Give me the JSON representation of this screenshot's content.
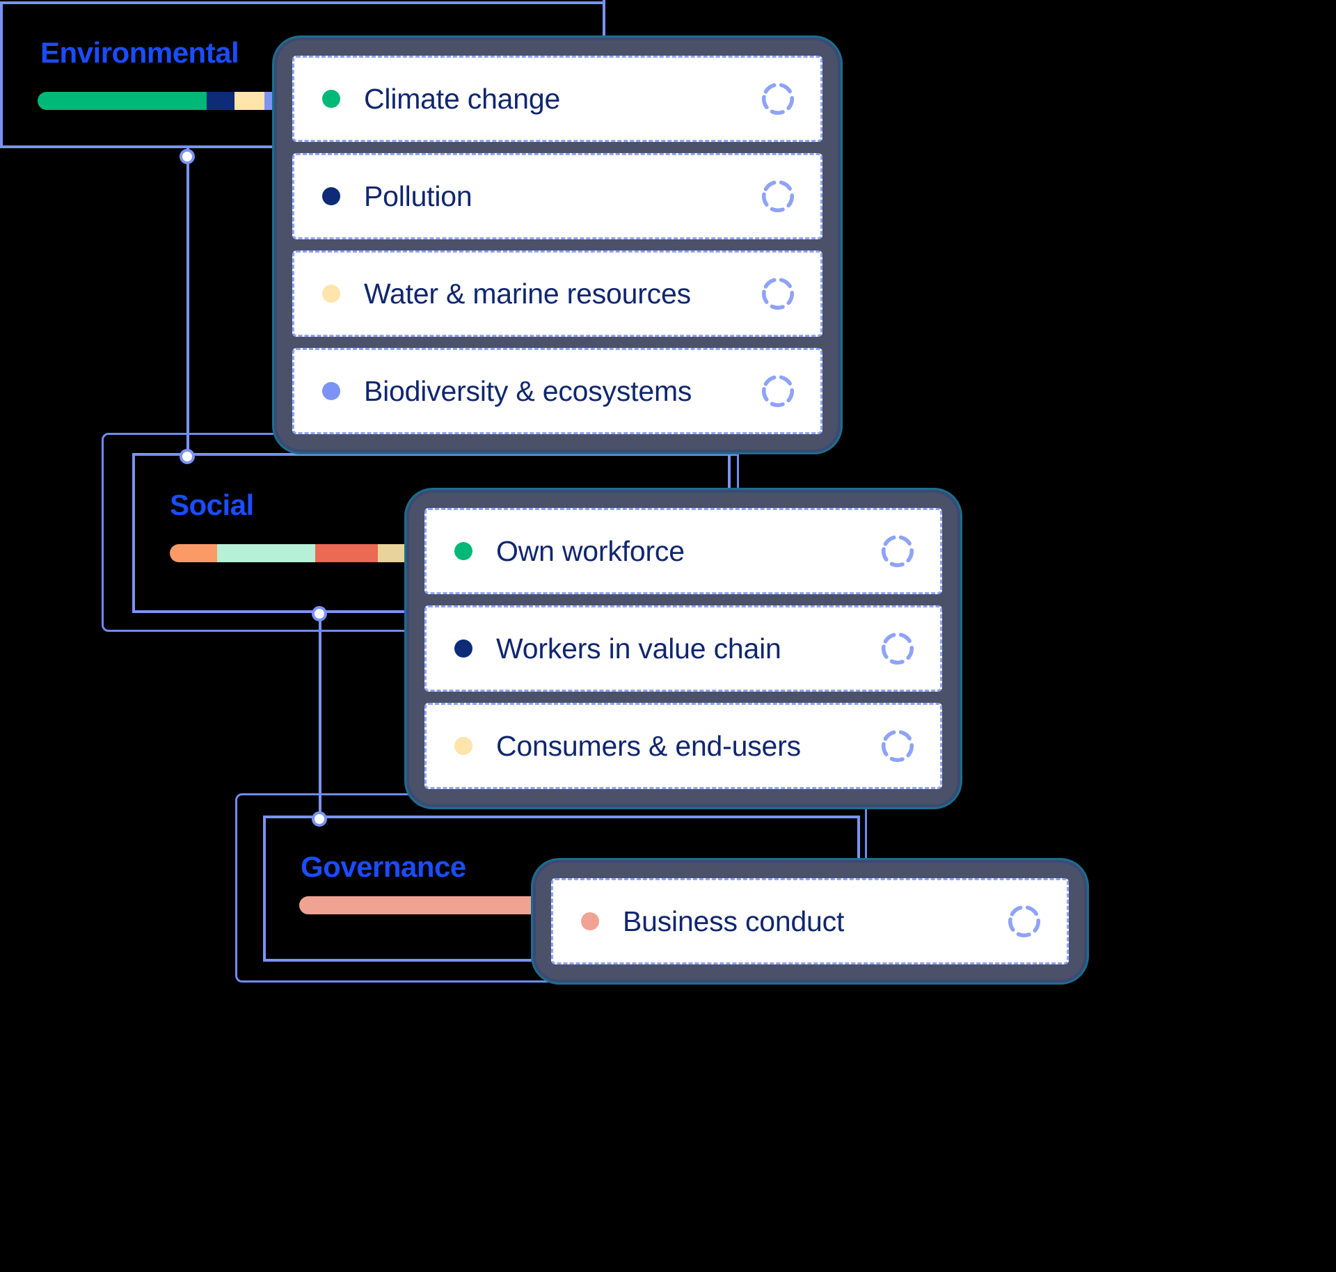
{
  "diagram": {
    "title_colors": {
      "category_label": "#1a4dff",
      "row_label": "#10266e",
      "connector": "#7b93f5",
      "panel_frame": "#4b5168",
      "row_border": "#8ea3f7",
      "card_background": "#ffffff",
      "page_background": "#000000"
    },
    "groups": [
      {
        "id": "environmental",
        "label": "Environmental",
        "bar": {
          "segments": [
            {
              "name": "climate-change",
              "color": "#00b877",
              "width_pct": 68
            },
            {
              "name": "pollution",
              "color": "#0d2b77",
              "width_pct": 11
            },
            {
              "name": "water-marine-resources",
              "color": "#ffe4ab",
              "width_pct": 12
            },
            {
              "name": "biodiversity-ecosystems",
              "color": "#7b93f5",
              "width_pct": 9
            }
          ]
        },
        "rows": [
          {
            "label": "Climate change",
            "bullet_color": "#00b877",
            "status_icon": "progress-dashed-circle-icon"
          },
          {
            "label": "Pollution",
            "bullet_color": "#0d2b77",
            "status_icon": "progress-dashed-circle-icon"
          },
          {
            "label": "Water & marine resources",
            "bullet_color": "#ffe4ab",
            "status_icon": "progress-dashed-circle-icon"
          },
          {
            "label": "Biodiversity & ecosystems",
            "bullet_color": "#7b93f5",
            "status_icon": "progress-dashed-circle-icon"
          }
        ]
      },
      {
        "id": "social",
        "label": "Social",
        "bar": {
          "segments": [
            {
              "name": "segment-1",
              "color": "#fb9a66",
              "width_pct": 19
            },
            {
              "name": "segment-2",
              "color": "#b6f0d7",
              "width_pct": 39
            },
            {
              "name": "segment-3",
              "color": "#ea6a53",
              "width_pct": 25
            },
            {
              "name": "segment-4",
              "color": "#e8d49a",
              "width_pct": 17
            }
          ]
        },
        "rows": [
          {
            "label": "Own workforce",
            "bullet_color": "#00b877",
            "status_icon": "progress-dashed-circle-icon"
          },
          {
            "label": "Workers in value chain",
            "bullet_color": "#0d2b77",
            "status_icon": "progress-dashed-circle-icon"
          },
          {
            "label": "Consumers & end-users",
            "bullet_color": "#ffe4ab",
            "status_icon": "progress-dashed-circle-icon"
          }
        ]
      },
      {
        "id": "governance",
        "label": "Governance",
        "bar": {
          "segments": [
            {
              "name": "business-conduct",
              "color": "#f0a393",
              "width_pct": 100
            }
          ]
        },
        "rows": [
          {
            "label": "Business conduct",
            "bullet_color": "#f0a393",
            "status_icon": "progress-dashed-circle-icon"
          }
        ]
      }
    ]
  }
}
